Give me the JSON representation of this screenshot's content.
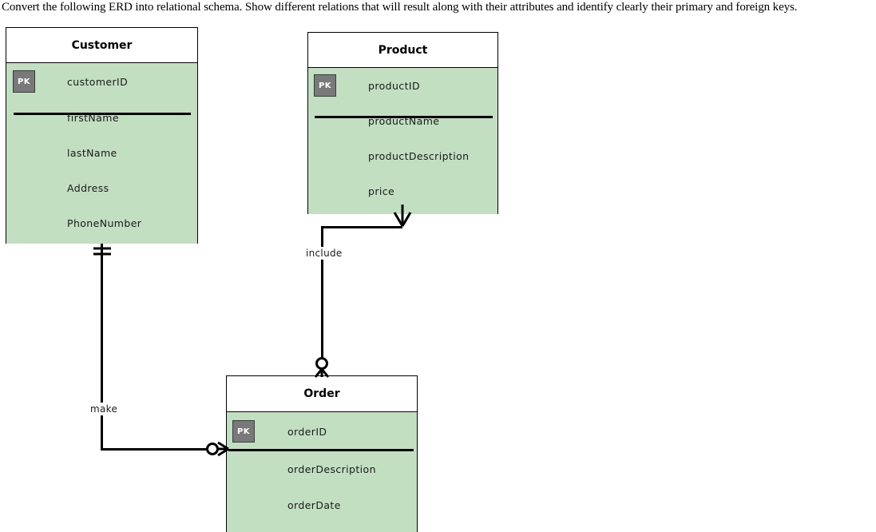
{
  "question": {
    "text": "Convert the following ERD into relational schema. Show different relations that will result along with their attributes and identify clearly their primary and foreign keys."
  },
  "diagram": {
    "type": "entity-relationship-diagram",
    "notation": "crows-foot",
    "colors": {
      "entity_body_fill": "#c2dfc2",
      "entity_header_fill": "#ffffff",
      "border": "#000000",
      "pk_badge_fill": "#797979",
      "pk_badge_text": "#ffffff",
      "connector": "#000000"
    },
    "entities": [
      {
        "id": "customer",
        "title": "Customer",
        "attributes": [
          {
            "name": "customerID",
            "key": "PK"
          },
          {
            "name": "firstName",
            "key": ""
          },
          {
            "name": "lastName",
            "key": ""
          },
          {
            "name": "Address",
            "key": ""
          },
          {
            "name": "PhoneNumber",
            "key": ""
          }
        ]
      },
      {
        "id": "product",
        "title": "Product",
        "attributes": [
          {
            "name": "productID",
            "key": "PK"
          },
          {
            "name": "productName",
            "key": ""
          },
          {
            "name": "productDescription",
            "key": ""
          },
          {
            "name": "price",
            "key": ""
          }
        ]
      },
      {
        "id": "order",
        "title": "Order",
        "attributes": [
          {
            "name": "orderID",
            "key": "PK"
          },
          {
            "name": "orderDescription",
            "key": ""
          },
          {
            "name": "orderDate",
            "key": ""
          }
        ]
      }
    ],
    "relationships": [
      {
        "id": "make",
        "label": "make",
        "from_entity": "Customer",
        "to_entity": "Order",
        "from_cardinality": "one-and-only-one",
        "to_cardinality": "zero-or-many"
      },
      {
        "id": "include",
        "label": "include",
        "from_entity": "Order",
        "to_entity": "Product",
        "from_cardinality": "zero-or-many",
        "to_cardinality": "one-or-many"
      }
    ]
  }
}
